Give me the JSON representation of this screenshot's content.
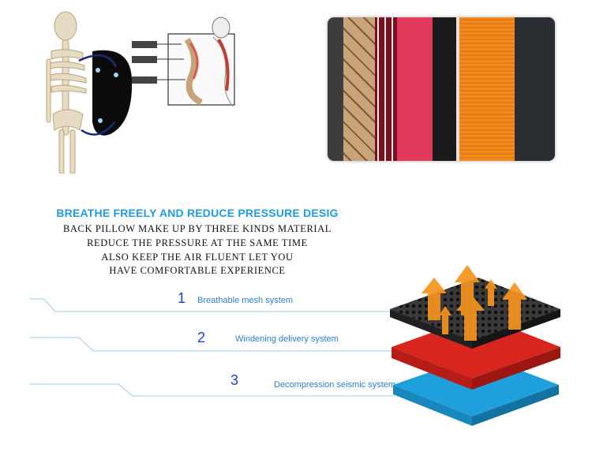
{
  "intro": {
    "title": "BREATHE FREELY AND REDUCE PRESSURE DESIG",
    "lines": [
      "BACK PILLOW MAKE UP BY THREE KINDS MATERIAL",
      "REDUCE THE PRESSURE AT THE SAME TIME",
      "ALSO KEEP THE AIR FLUENT LET YOU",
      "HAVE COMFORTABLE EXPERIENCE"
    ]
  },
  "layers": [
    {
      "number": "1",
      "label": "Breathable mesh system",
      "color": "#3a3a3a"
    },
    {
      "number": "2",
      "label": "Windening delivery system",
      "color": "#d8261e"
    },
    {
      "number": "3",
      "label": "Decompression seismic system",
      "color": "#1fa0dc"
    }
  ],
  "colors": {
    "accent": "#1f9be0",
    "line": "#9ecbe8",
    "arrow": "#f5941e"
  },
  "fabric_colors": [
    "#3d3d3d",
    "#c9a37a",
    "#7a1020",
    "#e23a5d",
    "#1b1b1b",
    "#f28a1f",
    "#2a2d31"
  ]
}
